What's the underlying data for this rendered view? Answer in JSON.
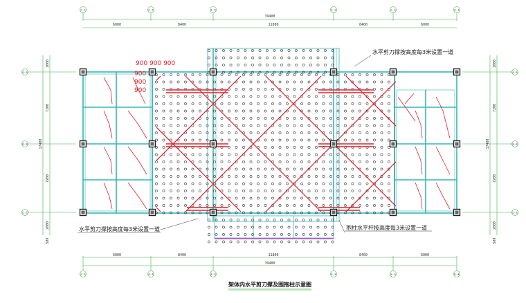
{
  "drawing": {
    "title": "架体内水平剪刀撑及围抱柱示意图",
    "notes": {
      "top_right": "水平剪刀撑按高度每3米设置一道",
      "bottom_left": "水平剪刀撑按高度每3米设置一道",
      "bottom_right": "抱柱水平杆按高度每3米设置一道"
    },
    "spacing_labels": {
      "horizontal": "900  900  900",
      "vertical": [
        "900",
        "900",
        "900"
      ]
    }
  },
  "dimensions": {
    "top_total": "39400",
    "top_segments": [
      "6000",
      "8400",
      "11800",
      "8400",
      "6000"
    ],
    "bottom_total": "39400",
    "bottom_segments": [
      "6000",
      "8400",
      "11800",
      "8400",
      "6000"
    ],
    "left_total": "17400",
    "left_segments": [
      "1000",
      "7200",
      "7200",
      "2000"
    ],
    "left_extra": "500",
    "right_total": "17400",
    "right_segments": [
      "1000",
      "7200",
      "7200",
      "2000"
    ],
    "right_extra": "500"
  },
  "axes": {
    "top": [
      "①-①",
      "②-②",
      "③-③",
      "④-④",
      "⑤-⑤",
      "⑥-⑥"
    ],
    "bottom": [
      "①-①",
      "②-②",
      "③-③",
      "④-④",
      "⑤-⑤",
      "⑥-⑥"
    ],
    "left": [
      "Ⓐ-Ⓐ",
      "Ⓑ-Ⓑ",
      "Ⓒ-Ⓒ"
    ],
    "right": [
      "Ⓐ-Ⓐ",
      "Ⓑ-Ⓑ",
      "Ⓒ-Ⓒ"
    ]
  },
  "colors": {
    "axis_line": "#3cb043",
    "structure": "#35b5b5",
    "brace": "#e0202a",
    "pole_dot": "#333333",
    "column": "#222222",
    "underline": "#cc22cc"
  }
}
